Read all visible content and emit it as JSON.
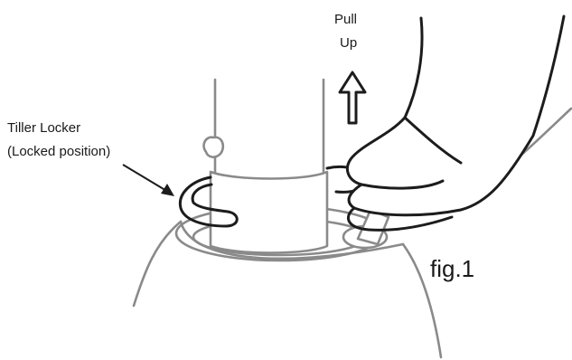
{
  "labels": {
    "pull_line1": "Pull",
    "pull_line2": "Up",
    "locker_line1": "Tiller Locker",
    "locker_line2": "(Locked position)",
    "figure": "fig.1"
  },
  "colors": {
    "ink": "#1c1c1c",
    "gray_lines": "#8a8a8a",
    "background": "#ffffff"
  }
}
